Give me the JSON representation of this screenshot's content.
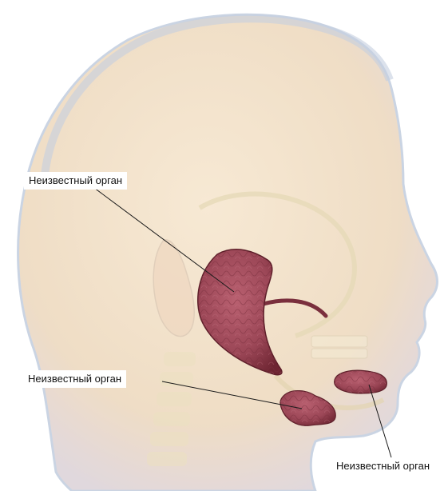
{
  "labels": [
    {
      "id": "label-1",
      "text": "Неизвестный орган"
    },
    {
      "id": "label-2",
      "text": "Неизвестный орган"
    },
    {
      "id": "label-3",
      "text": "Неизвестный орган"
    }
  ],
  "colors": {
    "skin": "#f3e3cc",
    "skin_edge": "#cfd8e6",
    "bone": "#efe6c8",
    "gland": "#a3505e",
    "gland_dark": "#6e2532",
    "leader_line": "#1a1a1a"
  }
}
